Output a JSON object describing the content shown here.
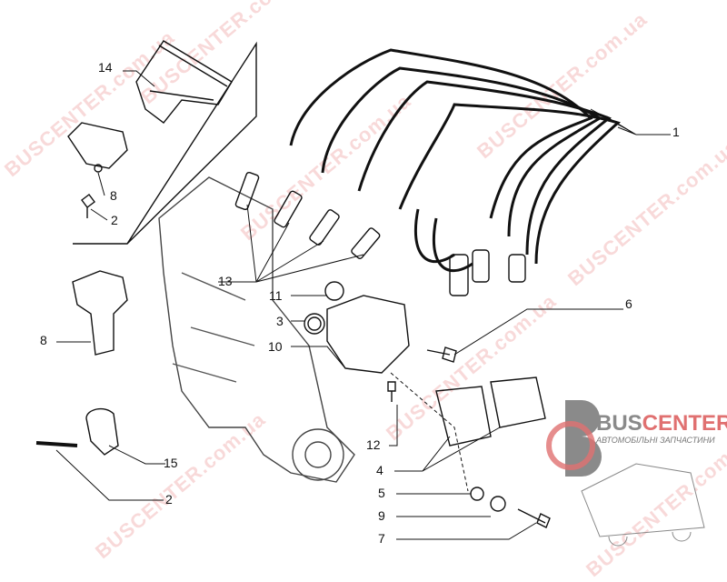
{
  "watermark": {
    "text": "BUSCENTER.com.ua"
  },
  "logo": {
    "brand_a": "BUS",
    "brand_b": "CENTER",
    "subtitle": "АВТОМОБІЛЬНІ ЗАПЧАСТИНИ",
    "accent": "#e07070",
    "grey": "#8a8a8a"
  },
  "labels": {
    "l1": "1",
    "l14": "14",
    "l8a": "8",
    "l2a": "2",
    "l13": "13",
    "l11": "11",
    "l3": "3",
    "l10": "10",
    "l6": "6",
    "l8b": "8",
    "l12": "12",
    "l15": "15",
    "l2b": "2",
    "l4": "4",
    "l5": "5",
    "l9": "9",
    "l7": "7"
  }
}
